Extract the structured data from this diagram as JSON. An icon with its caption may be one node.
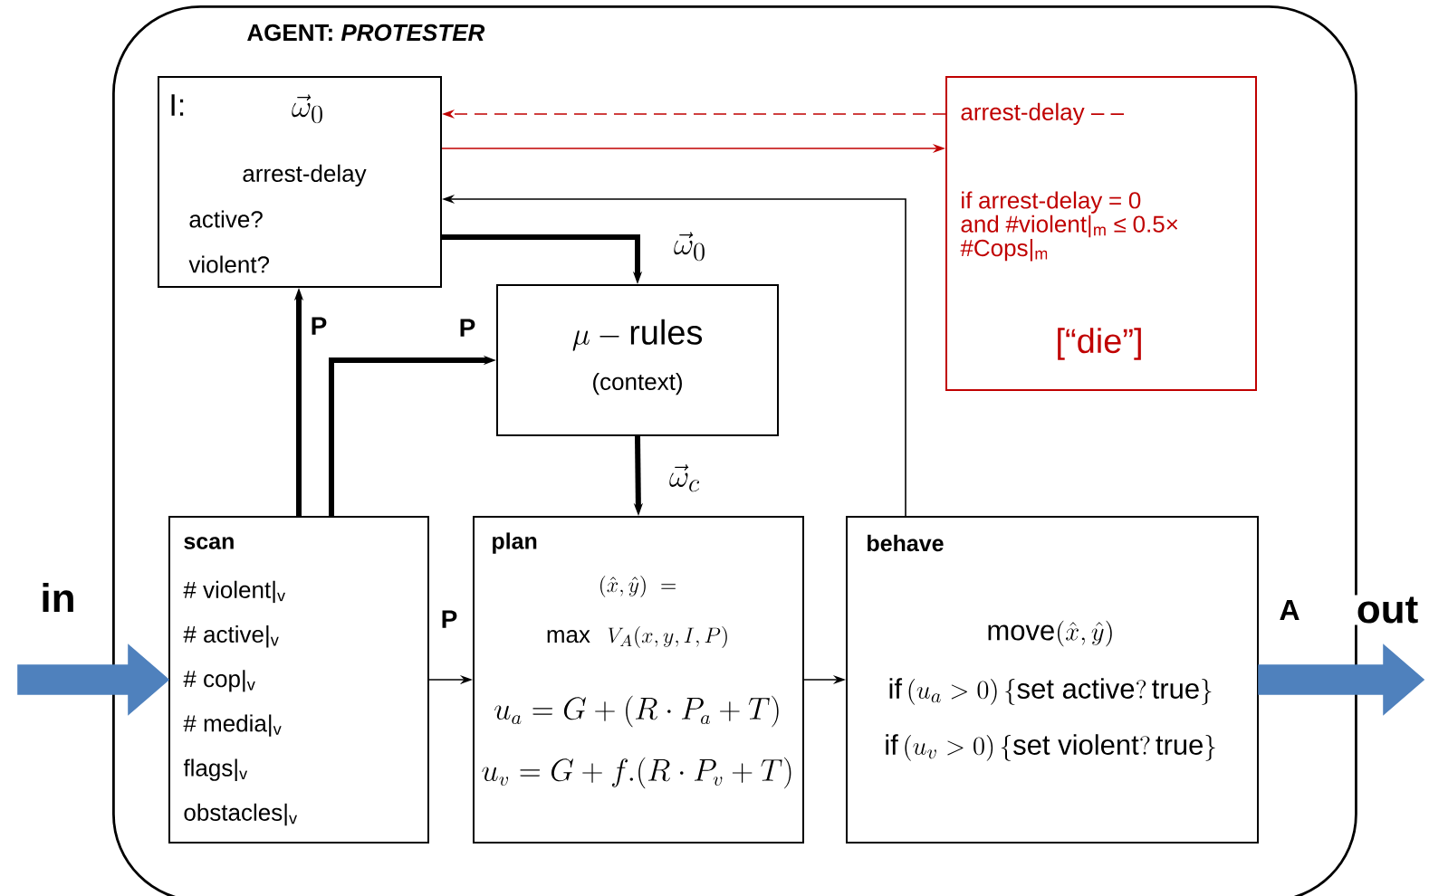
{
  "diagram": {
    "nodes": [
      {
        "text": [
          "AGENT: *PROTESTER*"
        ]
      },
      {
        "text": [
          "I:",
          "\\vec{\\omega}_0",
          "arrest-delay",
          "active?",
          "violent?"
        ],
        "in": 0
      },
      {
        "text": [
          "\\mu - \\mathrm{rules}",
          "(context)"
        ],
        "in": 0
      },
      {
        "text": [
          "arrest-delay – –",
          "if arrest-delay = 0 and #violent|$_{m}$ ≤ 0.5× #Cops|$_{m}$",
          "[“die”]"
        ],
        "in": 0
      },
      {
        "text": [
          "scan",
          "# violent|$_{v}$",
          "# active|$_{v}$",
          "# cop|$_{v}$",
          "# media|$_{v}$",
          "flags|$_{v}$",
          "obstacles|$_{v}$"
        ],
        "in": 0
      },
      {
        "text": [
          "plan",
          "(\\hat{x},\\hat{y})\\ =",
          "\\max\\ \\ V_A(x,y,I,P)",
          "u_a=G+(R\\cdot P_a+T)",
          "u_v=G+f.(R\\cdot P_v+T)"
        ],
        "in": 0
      },
      {
        "text": [
          "behave",
          "\\mathrm{move}(\\hat{x},\\hat{y})",
          "\\mathrm{if}\\,(u_a>0)\\,\\{\\mathrm{set\\ active?\\,true}\\}",
          "\\mathrm{if}\\,(u_v>0)\\,\\{\\mathrm{set\\ violent?\\,true}\\}"
        ],
        "in": 0
      }
    ],
    "edges": [
      {
        "from": null,
        "to": 4,
        "arrow": "to",
        "label": "in",
        "color": "#4f81bd"
      },
      {
        "from": 6,
        "to": null,
        "arrow": "to",
        "label": "out",
        "color": "#4f81bd"
      },
      {
        "from": 4,
        "to": 1,
        "arrow": "to",
        "label": "P",
        "style": "thick"
      },
      {
        "from": 4,
        "to": 2,
        "arrow": "to",
        "label": "P",
        "style": "thick"
      },
      {
        "from": 4,
        "to": 5,
        "arrow": "to",
        "label": "P"
      },
      {
        "from": 1,
        "to": 2,
        "arrow": "to",
        "label": "\\vec{\\omega}_0",
        "style": "thick"
      },
      {
        "from": 2,
        "to": 5,
        "arrow": "to",
        "label": "\\vec{\\omega}_c",
        "style": "thick"
      },
      {
        "from": 5,
        "to": 6,
        "arrow": "to"
      },
      {
        "from": 6,
        "to": 1,
        "arrow": "to"
      },
      {
        "from": 3,
        "to": 1,
        "arrow": "to",
        "style": "dashed",
        "color": "#c00000"
      },
      {
        "from": 1,
        "to": 3,
        "arrow": "to",
        "color": "#c00000"
      }
    ],
    "labels": [
      "A"
    ]
  }
}
